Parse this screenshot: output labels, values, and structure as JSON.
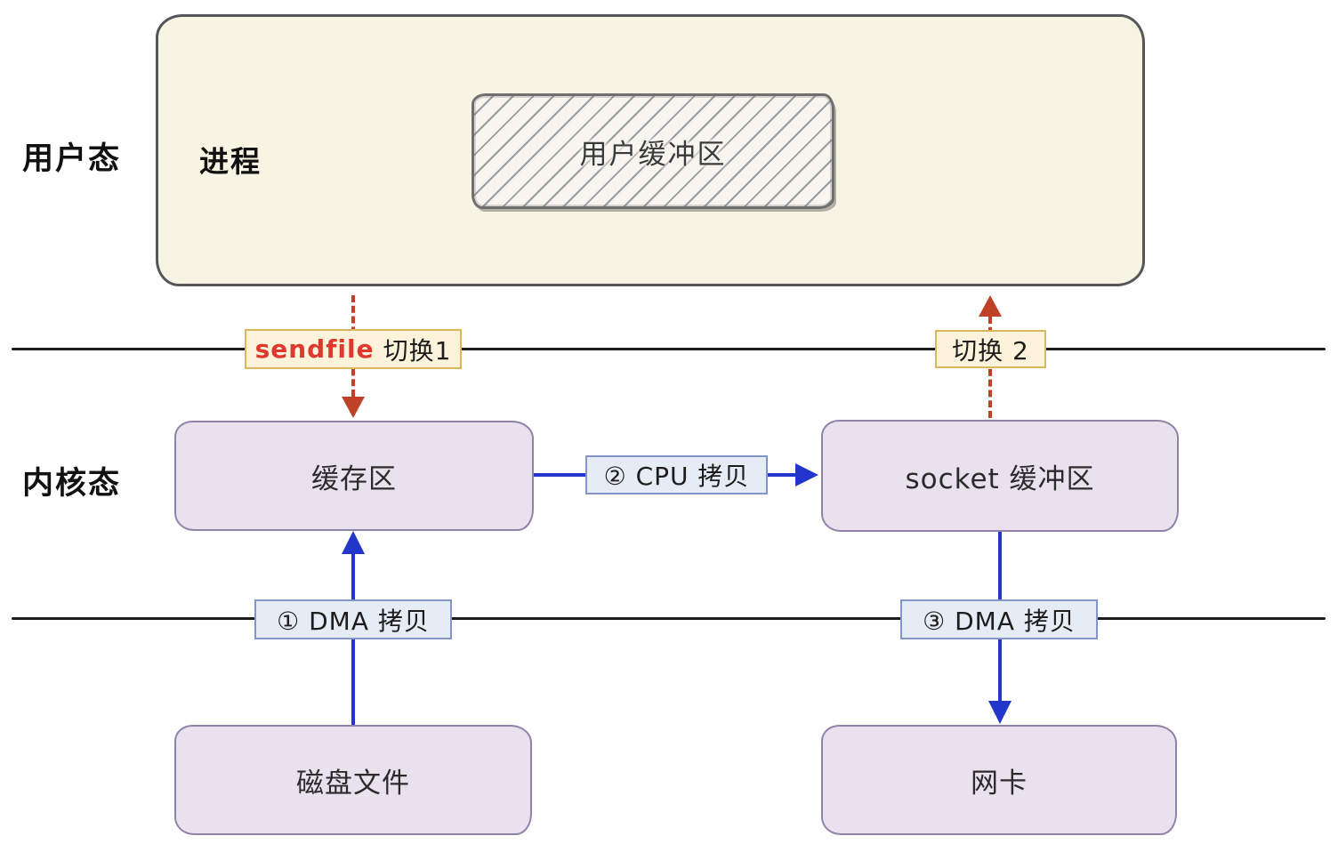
{
  "layers": {
    "user_mode": "用户态",
    "kernel_mode": "内核态"
  },
  "nodes": {
    "process": "进程",
    "user_buffer": "用户缓冲区",
    "kernel_cache": "缓存区",
    "socket_buffer": "socket 缓冲区",
    "disk_file": "磁盘文件",
    "nic": "网卡"
  },
  "transitions": {
    "switch1_keyword": "sendfile",
    "switch1_text": "切换1",
    "switch2": "切换 2",
    "cpu_copy": "② CPU 拷贝",
    "dma_copy_1": "① DMA 拷贝",
    "dma_copy_3": "③ DMA 拷贝"
  },
  "colors": {
    "process_fill": "#f7f4e4",
    "process_border": "#55565a",
    "purple_fill": "#e9e2ee",
    "purple_border": "#9182aa",
    "blue": "#2336cc",
    "blue_label_fill": "#e6ecf5",
    "blue_label_border": "#8496c8",
    "cream_label_fill": "#fdf3da",
    "cream_label_border": "#d9b85c",
    "red_dash": "#bf4228",
    "sendfile_red": "#e0372e",
    "line_black": "#1c1c1c"
  }
}
